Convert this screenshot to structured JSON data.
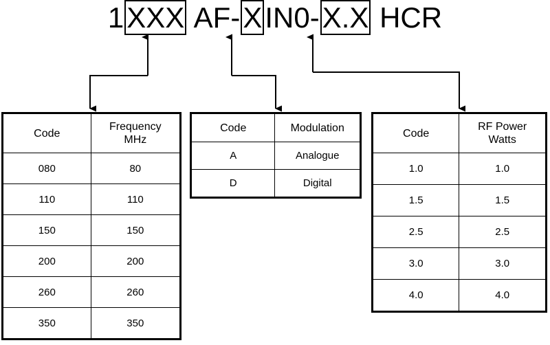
{
  "part_number": {
    "segments": [
      {
        "text": "1",
        "boxed": false,
        "name": "pn-prefix-1"
      },
      {
        "text": "XXX",
        "boxed": true,
        "name": "pn-frequency-code"
      },
      {
        "text": " AF-",
        "boxed": false,
        "name": "pn-literal-af"
      },
      {
        "text": "X",
        "boxed": true,
        "name": "pn-modulation-code"
      },
      {
        "text": "IN0-",
        "boxed": false,
        "name": "pn-literal-in0"
      },
      {
        "text": "X.X",
        "boxed": true,
        "name": "pn-rfpower-code"
      },
      {
        "text": " HCR",
        "boxed": false,
        "name": "pn-suffix-hcr"
      }
    ],
    "full": "1XXX AF-XIN0-X.X HCR"
  },
  "tables": [
    {
      "id": "frequency",
      "headers": [
        "Code",
        "Frequency\nMHz"
      ],
      "header_lines": [
        [
          "Code"
        ],
        [
          "Frequency",
          "MHz"
        ]
      ],
      "rows": [
        [
          "080",
          "80"
        ],
        [
          "110",
          "110"
        ],
        [
          "150",
          "150"
        ],
        [
          "200",
          "200"
        ],
        [
          "260",
          "260"
        ],
        [
          "350",
          "350"
        ]
      ]
    },
    {
      "id": "modulation",
      "headers": [
        "Code",
        "Modulation"
      ],
      "header_lines": [
        [
          "Code"
        ],
        [
          "Modulation"
        ]
      ],
      "rows": [
        [
          "A",
          "Analogue"
        ],
        [
          "D",
          "Digital"
        ]
      ]
    },
    {
      "id": "rfpower",
      "headers": [
        "Code",
        "RF Power\nWatts"
      ],
      "header_lines": [
        [
          "Code"
        ],
        [
          "RF Power",
          "Watts"
        ]
      ],
      "rows": [
        [
          "1.0",
          "1.0"
        ],
        [
          "1.5",
          "1.5"
        ],
        [
          "2.5",
          "2.5"
        ],
        [
          "3.0",
          "3.0"
        ],
        [
          "4.0",
          "4.0"
        ]
      ]
    }
  ],
  "colors": {
    "line": "#000000",
    "background": "#ffffff",
    "text": "#000000"
  }
}
